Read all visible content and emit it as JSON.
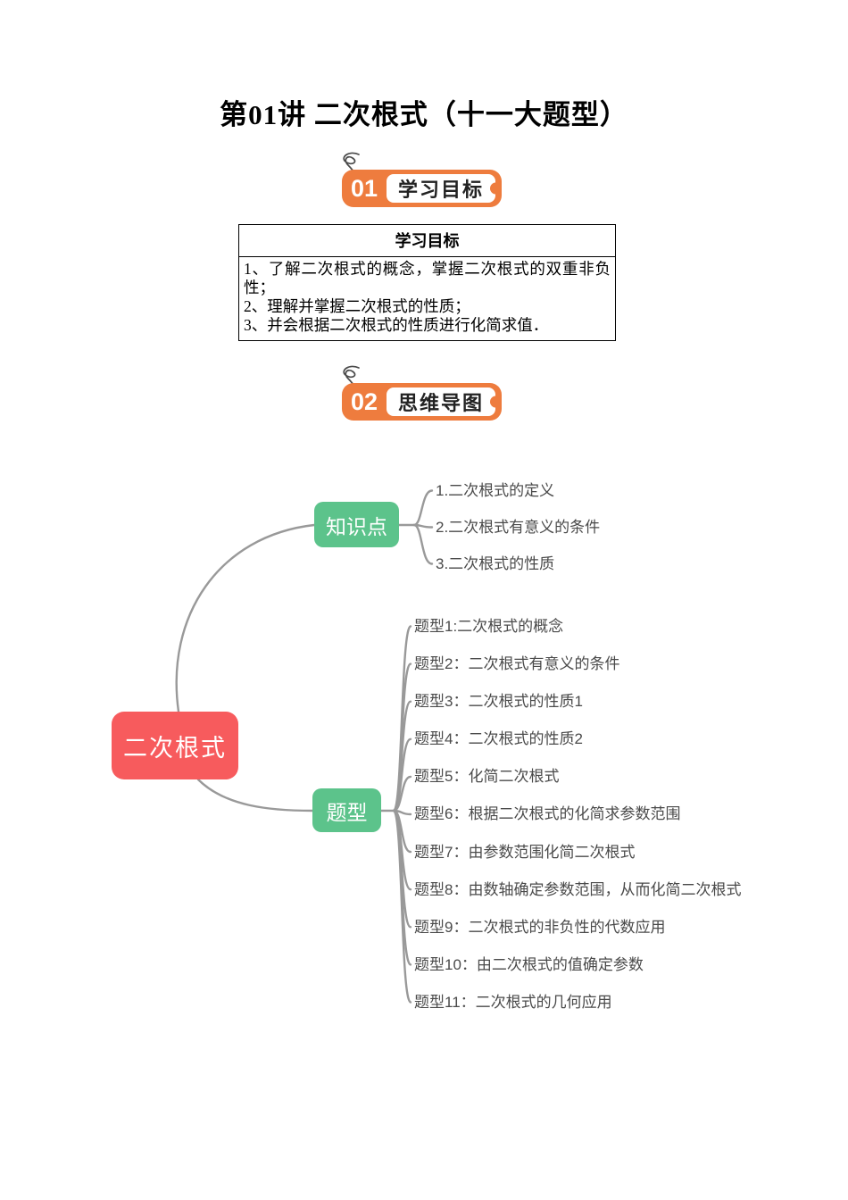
{
  "page": {
    "title": "第01讲 二次根式（十一大题型）"
  },
  "section_badges": [
    {
      "number": "01",
      "label": "学习目标"
    },
    {
      "number": "02",
      "label": "思维导图"
    }
  ],
  "goals": {
    "header": "学习目标",
    "items": [
      "1、了解二次根式的概念，掌握二次根式的双重非负性；",
      "2、理解并掌握二次根式的性质；",
      "3、并会根据二次根式的性质进行化简求值．"
    ]
  },
  "mindmap": {
    "root_label": "二次根式",
    "knowledge": {
      "label": "知识点",
      "children": [
        "1.二次根式的定义",
        "2.二次根式有意义的条件",
        "3.二次根式的性质"
      ]
    },
    "types": {
      "label": "题型",
      "children": [
        "题型1:二次根式的概念",
        "题型2：二次根式有意义的条件",
        "题型3：二次根式的性质1",
        "题型4：二次根式的性质2",
        "题型5：化简二次根式",
        "题型6：根据二次根式的化简求参数范围",
        "题型7：由参数范围化简二次根式",
        "题型8：由数轴确定参数范围，从而化简二次根式",
        "题型9：二次根式的非负性的代数应用",
        "题型10：由二次根式的值确定参数",
        "题型11：二次根式的几何应用"
      ]
    }
  },
  "colors": {
    "badge_orange": "#ee7c3e",
    "root_red": "#f75b5d",
    "node_green": "#5cc38b",
    "connector_gray": "#999999"
  }
}
